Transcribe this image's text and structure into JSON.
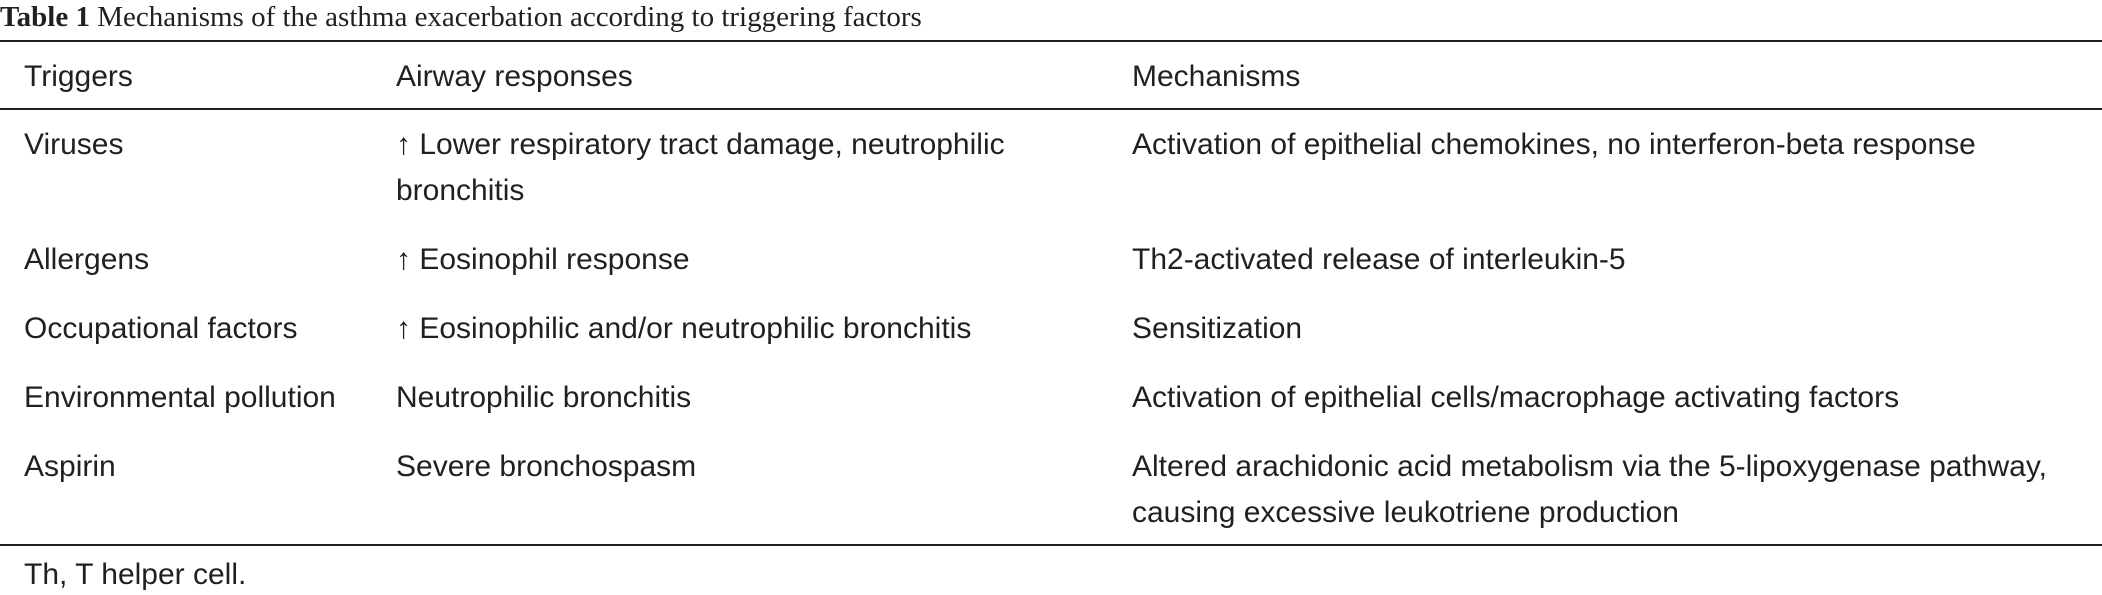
{
  "caption": {
    "label": "Table 1",
    "title": "Mechanisms of the asthma exacerbation according to triggering factors"
  },
  "table": {
    "headers": [
      "Triggers",
      "Airway responses",
      "Mechanisms"
    ],
    "rows": [
      {
        "trigger": "Viruses",
        "response": "↑ Lower respiratory tract damage, neutrophilic bronchitis",
        "mechanism": "Activation of epithelial chemokines, no interferon-beta response"
      },
      {
        "trigger": "Allergens",
        "response": "↑ Eosinophil response",
        "mechanism": "Th2-activated release of interleukin-5"
      },
      {
        "trigger": "Occupational factors",
        "response": "↑ Eosinophilic and/or neutrophilic bronchitis",
        "mechanism": "Sensitization"
      },
      {
        "trigger": "Environmental pollution",
        "response": "Neutrophilic bronchitis",
        "mechanism": "Activation of epithelial cells/macrophage activating factors"
      },
      {
        "trigger": "Aspirin",
        "response": "Severe bronchospasm",
        "mechanism": "Altered arachidonic acid metabolism via the 5-lipoxygenase pathway, causing excessive leukotriene production"
      }
    ]
  },
  "footnote": "Th, T helper cell."
}
